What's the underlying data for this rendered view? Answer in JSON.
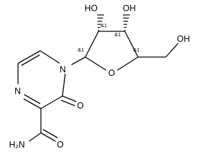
{
  "molecule": {
    "atoms": {
      "ho_2": "HO",
      "oh_3": "OH",
      "oh_5": "OH",
      "n_1": "N",
      "o_ring": "O",
      "n_4": "N",
      "o_keto": "O",
      "o_amide": "O",
      "nh2": "H₂N"
    },
    "stereo_labels": {
      "c1": "&1",
      "c2": "&1",
      "c3": "&1",
      "c4": "&1"
    }
  }
}
